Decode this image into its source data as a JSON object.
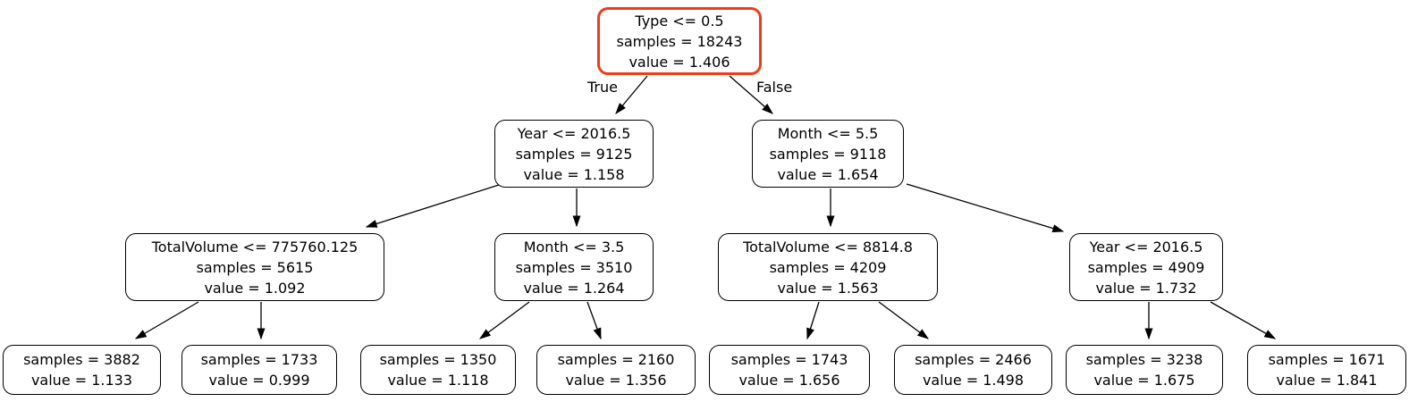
{
  "diagram": {
    "type": "decision-tree",
    "edge_labels": {
      "left": "True",
      "right": "False"
    },
    "colors": {
      "root_border": "#f03b17",
      "node_border": "#000000",
      "edge": "#000000",
      "text": "#000000",
      "node_fill": "#ffffff",
      "background": "#ffffff"
    }
  },
  "nodes": {
    "root": {
      "condition": "Type <= 0.5",
      "samples": "samples = 18243",
      "value": "value = 1.406"
    },
    "l2_left": {
      "condition": "Year <= 2016.5",
      "samples": "samples = 9125",
      "value": "value = 1.158"
    },
    "l2_right": {
      "condition": "Month <= 5.5",
      "samples": "samples = 9118",
      "value": "value = 1.654"
    },
    "l3_1": {
      "condition": "TotalVolume <= 775760.125",
      "samples": "samples = 5615",
      "value": "value = 1.092"
    },
    "l3_2": {
      "condition": "Month <= 3.5",
      "samples": "samples = 3510",
      "value": "value = 1.264"
    },
    "l3_3": {
      "condition": "TotalVolume <= 8814.8",
      "samples": "samples = 4209",
      "value": "value = 1.563"
    },
    "l3_4": {
      "condition": "Year <= 2016.5",
      "samples": "samples = 4909",
      "value": "value = 1.732"
    },
    "leaf_1": {
      "samples": "samples = 3882",
      "value": "value = 1.133"
    },
    "leaf_2": {
      "samples": "samples = 1733",
      "value": "value = 0.999"
    },
    "leaf_3": {
      "samples": "samples = 1350",
      "value": "value = 1.118"
    },
    "leaf_4": {
      "samples": "samples = 2160",
      "value": "value = 1.356"
    },
    "leaf_5": {
      "samples": "samples = 1743",
      "value": "value = 1.656"
    },
    "leaf_6": {
      "samples": "samples = 2466",
      "value": "value = 1.498"
    },
    "leaf_7": {
      "samples": "samples = 3238",
      "value": "value = 1.675"
    },
    "leaf_8": {
      "samples": "samples = 1671",
      "value": "value = 1.841"
    }
  },
  "edges": [
    {
      "from": "root",
      "to": "l2_left",
      "label": "True"
    },
    {
      "from": "root",
      "to": "l2_right",
      "label": "False"
    },
    {
      "from": "l2_left",
      "to": "l3_1"
    },
    {
      "from": "l2_left",
      "to": "l3_2"
    },
    {
      "from": "l2_right",
      "to": "l3_3"
    },
    {
      "from": "l2_right",
      "to": "l3_4"
    },
    {
      "from": "l3_1",
      "to": "leaf_1"
    },
    {
      "from": "l3_1",
      "to": "leaf_2"
    },
    {
      "from": "l3_2",
      "to": "leaf_3"
    },
    {
      "from": "l3_2",
      "to": "leaf_4"
    },
    {
      "from": "l3_3",
      "to": "leaf_5"
    },
    {
      "from": "l3_3",
      "to": "leaf_6"
    },
    {
      "from": "l3_4",
      "to": "leaf_7"
    },
    {
      "from": "l3_4",
      "to": "leaf_8"
    }
  ]
}
